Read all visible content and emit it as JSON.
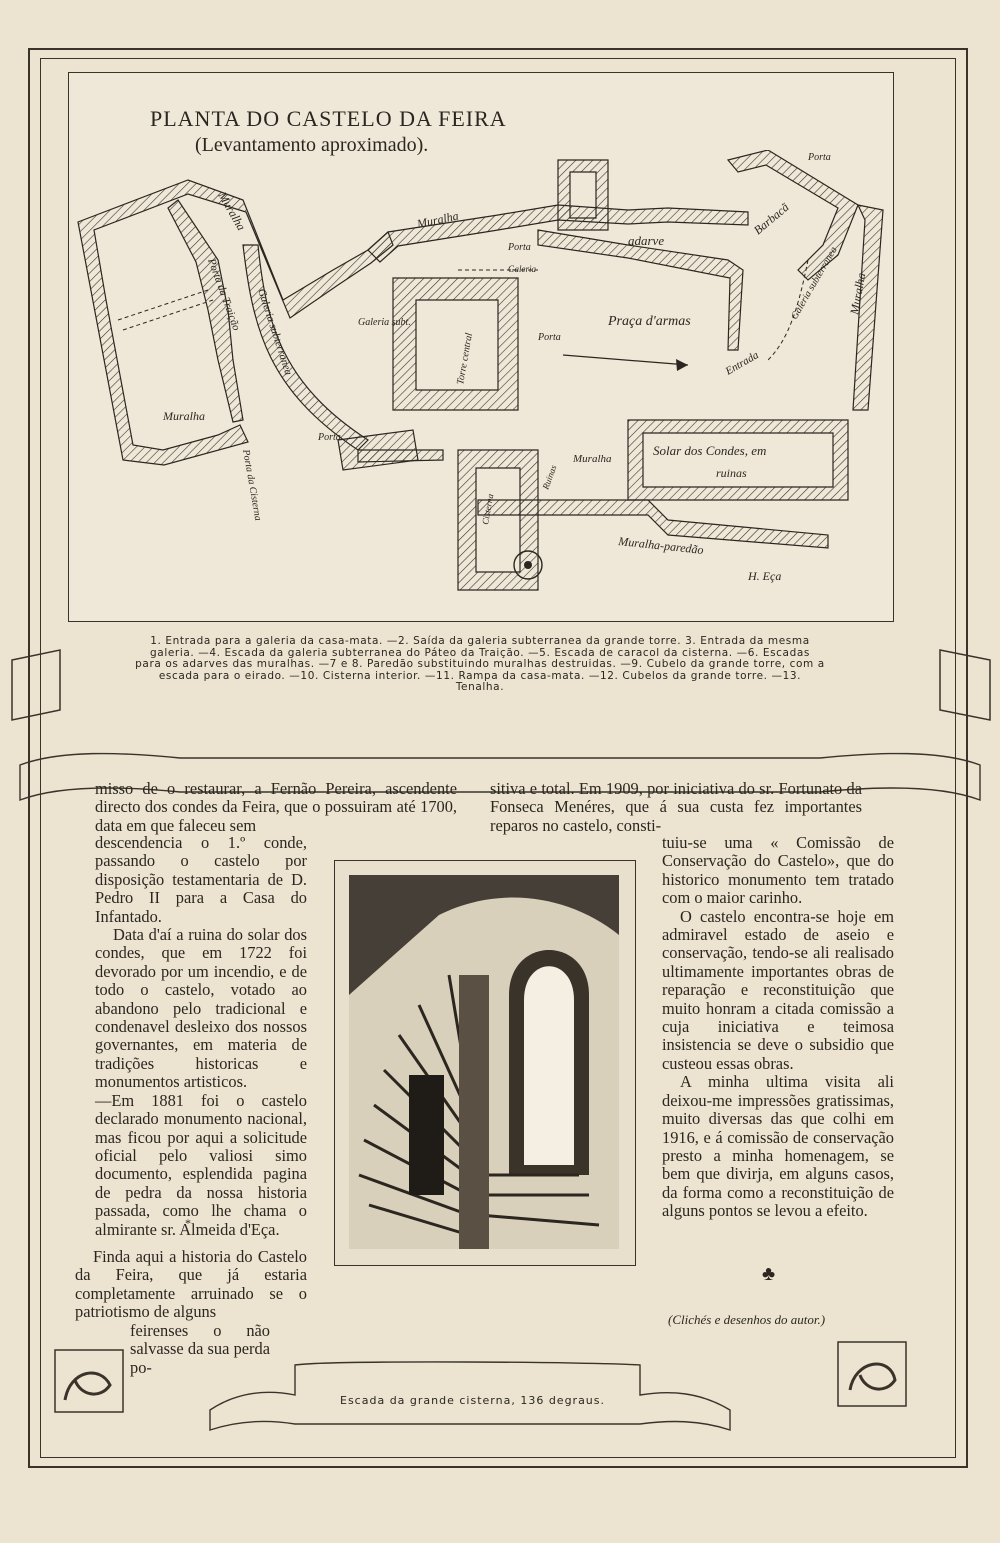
{
  "plan": {
    "title": "PLANTA DO CASTELO DA FEIRA",
    "subtitle": "(Levantamento aproximado).",
    "labels": {
      "muralha_top": "Muralha",
      "muralha_left_top": "Muralha",
      "muralha_left_bottom": "Muralha",
      "muralha_right": "Muralha",
      "muralha_centre": "Muralha",
      "muralha_paredao": "Muralha-paredão",
      "porta_traicao": "Porta da Traição",
      "galeria_subterranea": "Galeria subterranea",
      "galeria_subterranea_right": "Galeria subterranea",
      "galeria_subt": "Galeria subt.",
      "galeria": "Galeria",
      "porta_1": "Porta",
      "porta_2": "Porta",
      "porta_3": "Porta",
      "porta_4": "Porta",
      "porta_cisterna": "Porta da Cisterna",
      "adarve": "adarve",
      "praca_armas": "Praça d'armas",
      "barbaca": "Barbacã",
      "entrada": "Entrada",
      "torre_central": "Torre central",
      "solar": "Solar dos Condes, em",
      "ruinas": "ruinas",
      "cisterna": "Cisterna",
      "ruinas_small": "Ruinas",
      "signature": "H. Eça"
    }
  },
  "legend": "1. Entrada para a galeria da casa-mata. —2. Saída da galeria subterranea da grande torre. 3. Entrada da mesma galeria. —4. Escada da galeria subterranea do Páteo da Traição. —5. Escada de caracol da cisterna. —6. Escadas para os adarves das muralhas. —7 e 8. Paredão substituindo muralhas destruidas. —9. Cubelo da grande torre, com a escada para o eirado. —10. Cisterna interior. —11. Rampa da casa-mata. —12. Cubelos da grande torre. —13. Tenalha.",
  "col_left_top": [
    "misso de o restaurar, a Fernão Pereira, ascendente directo dos condes da Feira, que o possuiram até 1700, data em que faleceu sem"
  ],
  "col_left": [
    "descendencia o 1.º conde, passando o castelo por disposição testamentaria de D. Pedro II para a Casa do Infantado.",
    "Data d'aí a ruina do solar dos condes, que em 1722 foi devorado por um incendio, e de todo o castelo, votado ao abandono pelo tradicional e condenavel desleixo dos nossos governantes, em materia de tradições historicas e monumentos artisticos.",
    "—Em 1881 foi o castelo declarado monumento nacional, mas ficou por aqui a solicitude oficial pelo valiosi simo documento, esplendida pagina de pedra da nossa historia passada, como lhe chama o almirante sr. Almeida d'Eça."
  ],
  "asterism": "*",
  "col_left_end": [
    "Finda aqui a historia do Castelo da Feira, que já estaria completamente arruinado se o patriotismo de alguns",
    "feirenses o não salvasse da sua perda po-"
  ],
  "col_right_top": [
    "sitiva e total. Em 1909, por iniciativa do sr. Fortunato da Fonseca Menéres, que á sua custa fez importantes reparos no castelo, consti-"
  ],
  "col_right": [
    "tuiu-se uma « Comissão de Conservação do Castelo», que do historico monumento tem tratado com o maior carinho.",
    "O castelo encontra-se hoje em admiravel estado de aseio e conservação, tendo-se ali realisado ultimamente importantes obras de reparação e reconstituição que muito honram a citada comissão a cuja iniciativa e teimosa insistencia se deve o subsidio que custeou essas obras.",
    "A minha ultima visita ali deixou-me impressões gratissimas, muito diversas das que colhi em 1916, e á comissão de conservação presto a minha homenagem, se bem que divirja, em alguns casos, da forma como a reconstituição de alguns pontos se levou a efeito."
  ],
  "club": "♣",
  "credit": "(Clichés e desenhos do autor.)",
  "caption": "Escada da grande cisterna, 136 degraus."
}
